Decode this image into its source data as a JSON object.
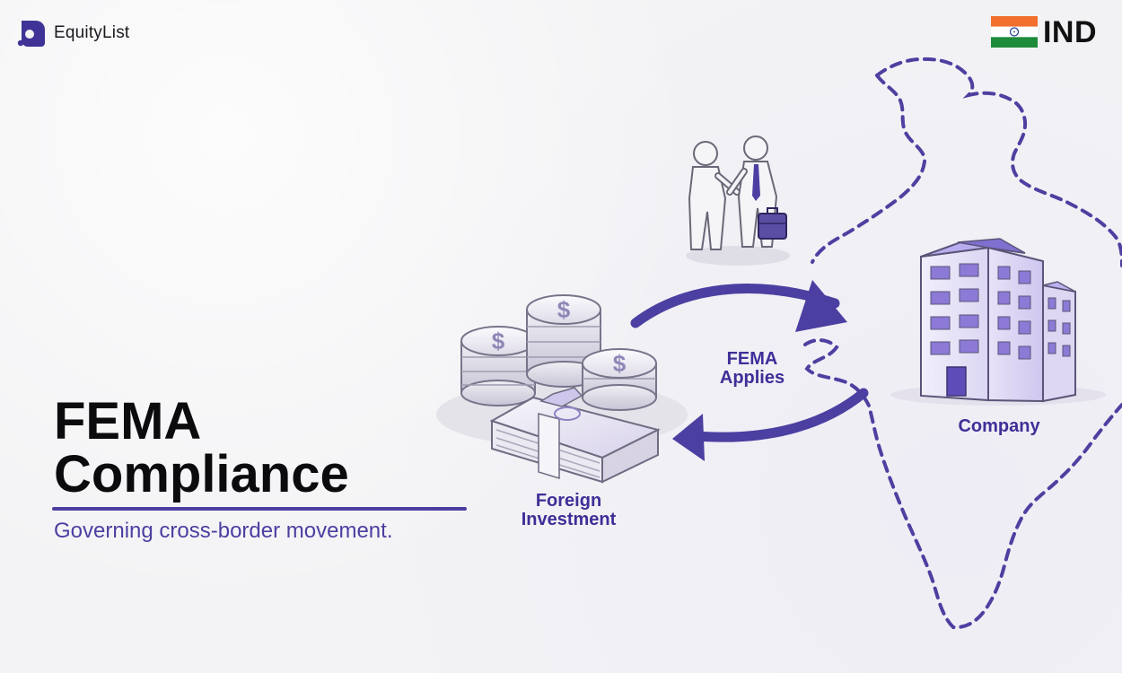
{
  "brand": {
    "name": "EquityList"
  },
  "country": {
    "code": "IND",
    "flag_icon": "india-flag-icon"
  },
  "title": {
    "line1": "FEMA",
    "line2": "Compliance"
  },
  "subtitle": "Governing cross-border movement.",
  "diagram": {
    "center_label_line1": "FEMA",
    "center_label_line2": "Applies",
    "left_label_line1": "Foreign",
    "left_label_line2": "Investment",
    "right_label": "Company"
  },
  "colors": {
    "accent": "#4b3fa1",
    "accent_dark": "#3e2f98",
    "accent_light": "#9b8fe0",
    "map_dash": "#4f3fa0",
    "background": "#f3f3f5"
  }
}
